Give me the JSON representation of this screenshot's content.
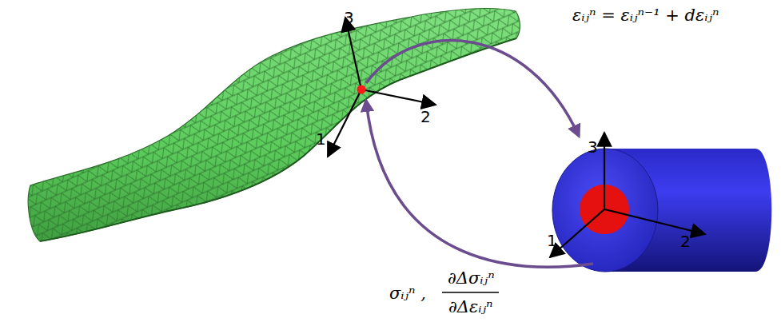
{
  "diagram": {
    "labels": [
      "3",
      "2",
      "1",
      "3",
      "2",
      "1",
      "εᵢⱼⁿ = εᵢⱼⁿ⁻¹ + dεᵢⱼⁿ",
      "σᵢⱼⁿ ,",
      "∂Δσᵢⱼⁿ",
      "∂Δεᵢⱼⁿ"
    ]
  }
}
